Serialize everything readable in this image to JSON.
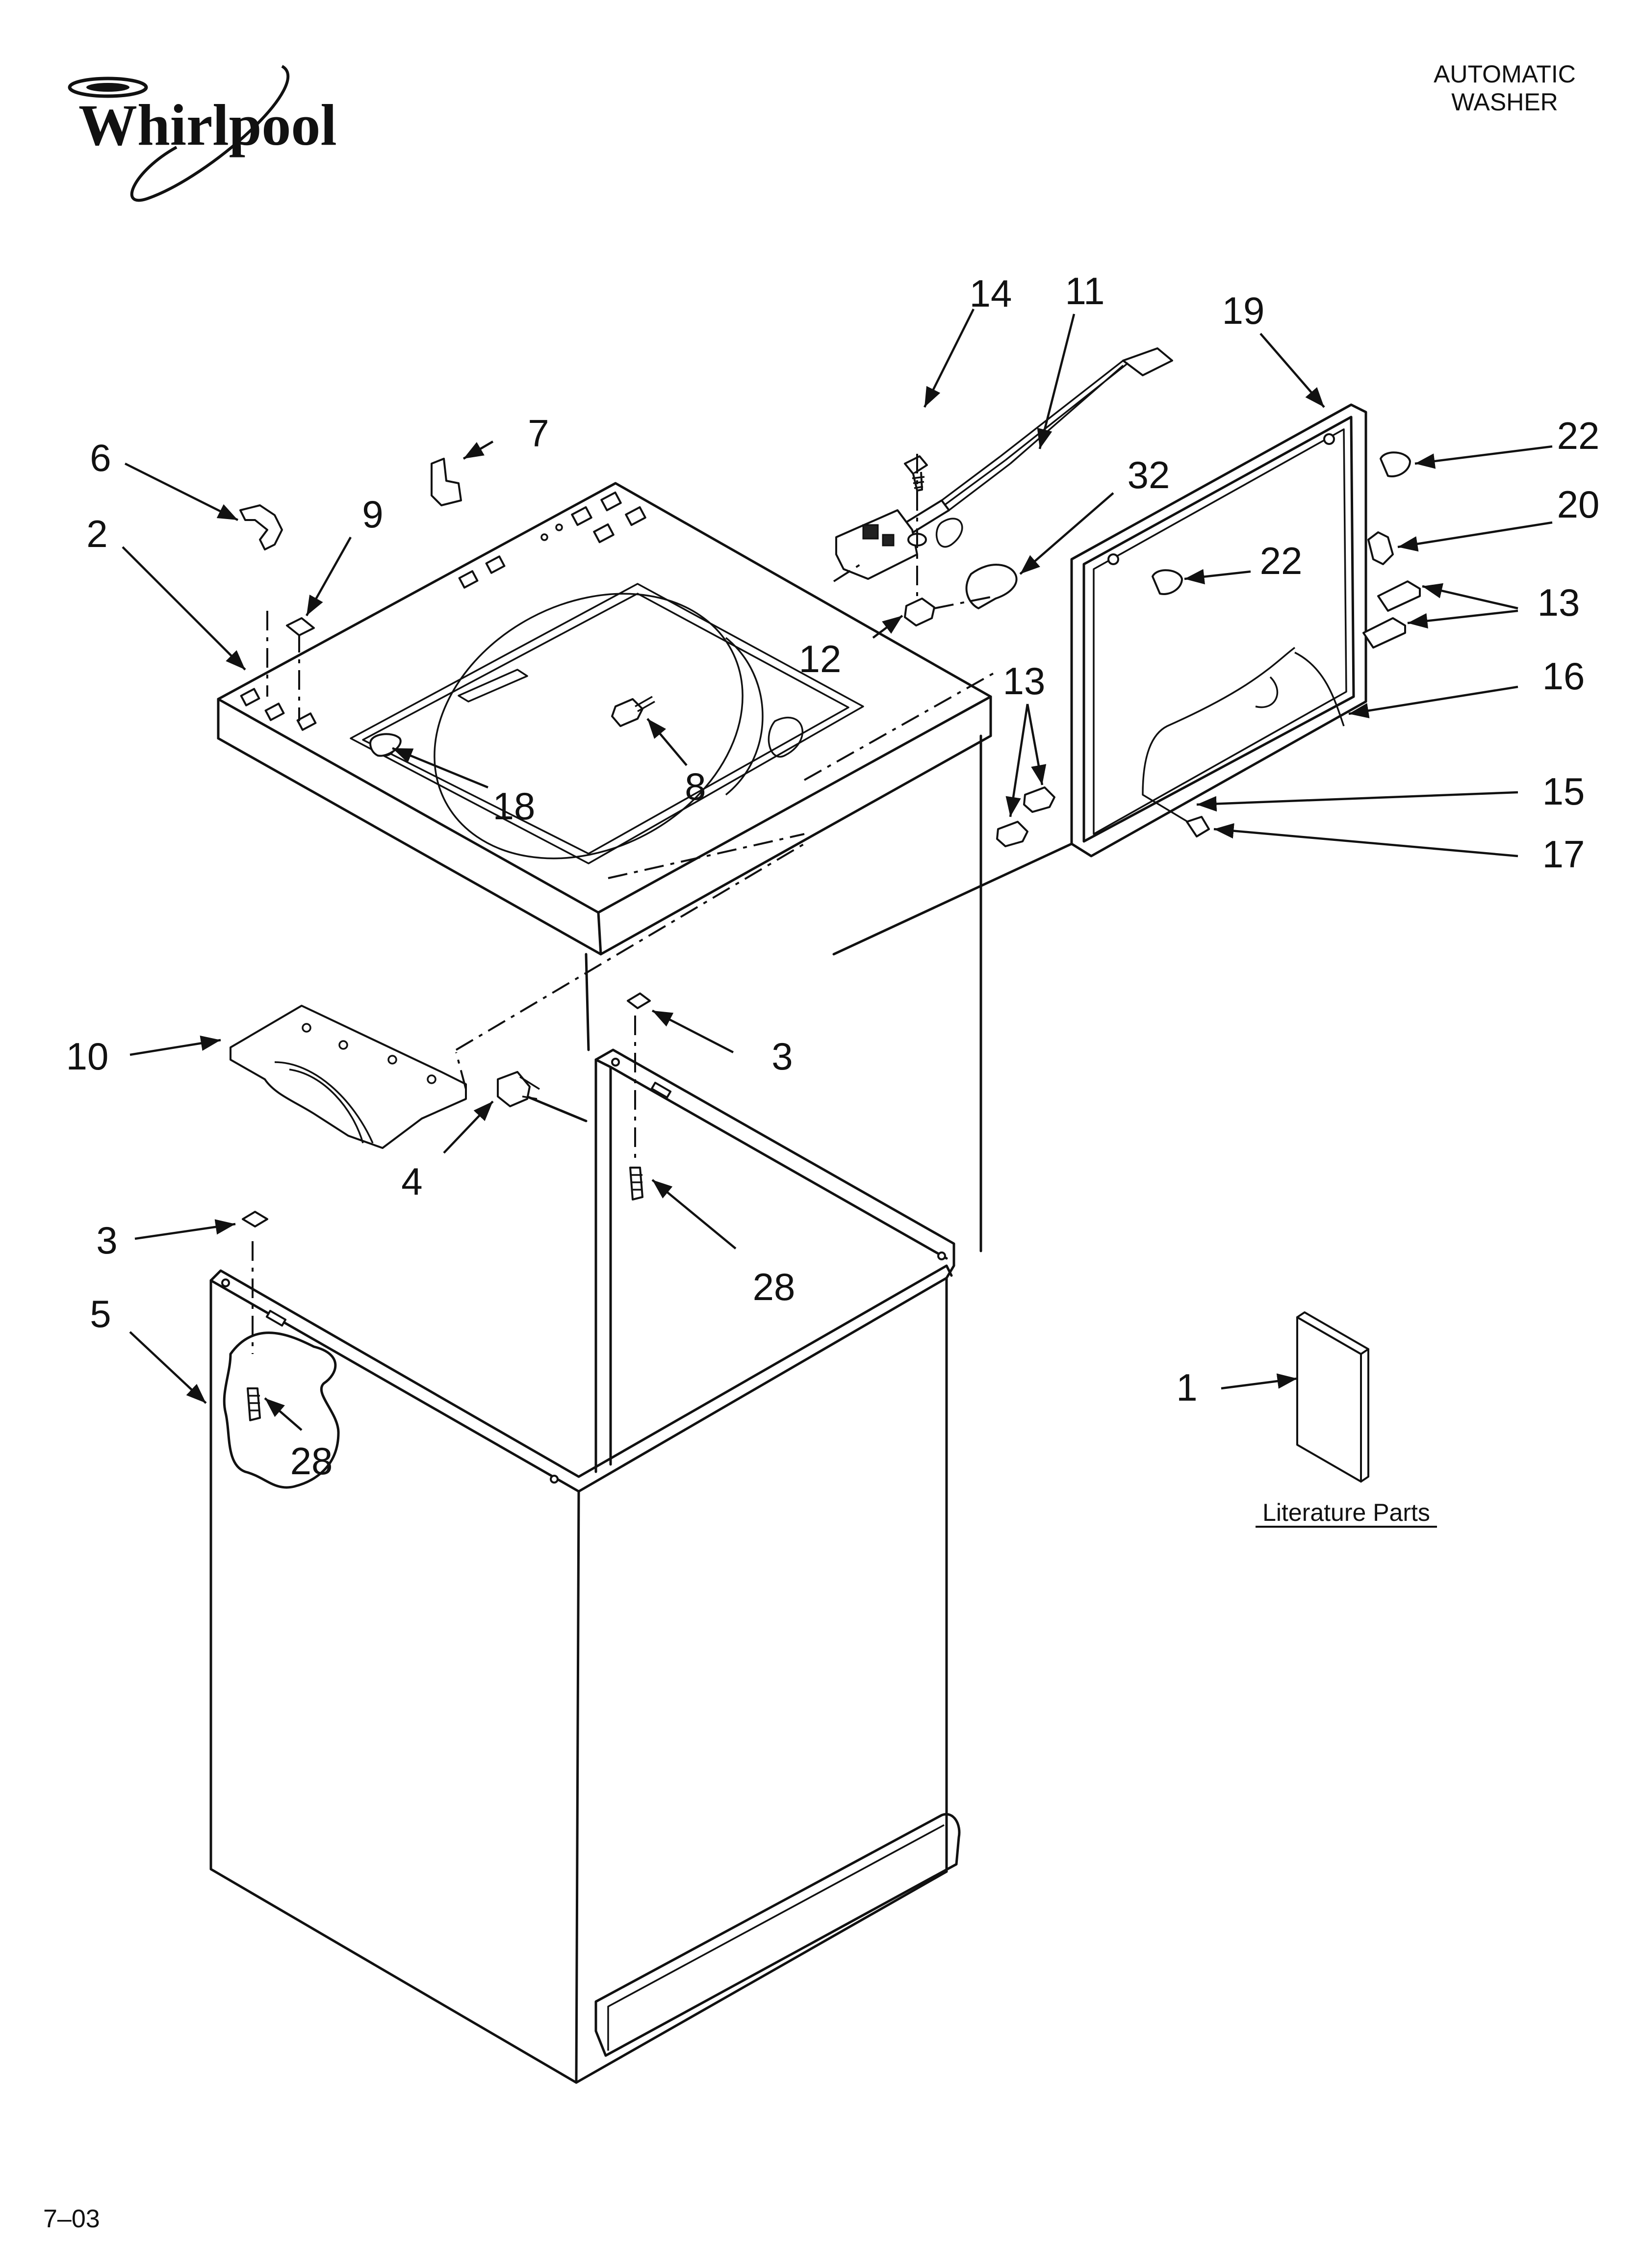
{
  "header": {
    "brand": "Whirlpool",
    "product_line_1": "AUTOMATIC",
    "product_line_2": "WASHER"
  },
  "footer": {
    "date_code": "7–03"
  },
  "literature": {
    "label": "Literature Parts"
  },
  "callouts": {
    "c1": "1",
    "c2": "2",
    "c3a": "3",
    "c3b": "3",
    "c4": "4",
    "c5": "5",
    "c6": "6",
    "c7": "7",
    "c8": "8",
    "c9": "9",
    "c10": "10",
    "c11": "11",
    "c12": "12",
    "c13a": "13",
    "c13b": "13",
    "c14": "14",
    "c15": "15",
    "c16": "16",
    "c17": "17",
    "c18": "18",
    "c19": "19",
    "c20": "20",
    "c22a": "22",
    "c22b": "22",
    "c28a": "28",
    "c28b": "28",
    "c32": "32"
  }
}
